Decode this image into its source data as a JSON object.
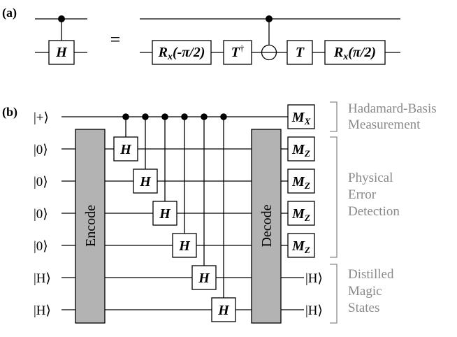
{
  "panel_a": {
    "label": "(a)",
    "lhs_gate": "H",
    "equals": "=",
    "rhs_gates": [
      "R",
      "T",
      "T",
      "R"
    ],
    "rx_left": {
      "base": "R",
      "sub": "x",
      "arg": "(-π/2)"
    },
    "tdagger": {
      "base": "T",
      "sup": "†"
    },
    "t_gate": "T",
    "rx_right": {
      "base": "R",
      "sub": "x",
      "arg": "(π/2)"
    }
  },
  "panel_b": {
    "label": "(b)",
    "inputs": [
      "|+⟩",
      "|0⟩",
      "|0⟩",
      "|0⟩",
      "|0⟩",
      "|H⟩",
      "|H⟩"
    ],
    "encode_label": "Encode",
    "decode_label": "Decode",
    "cz_gate": "H",
    "measurements": [
      {
        "base": "M",
        "sub": "X"
      },
      {
        "base": "M",
        "sub": "Z"
      },
      {
        "base": "M",
        "sub": "Z"
      },
      {
        "base": "M",
        "sub": "Z"
      },
      {
        "base": "M",
        "sub": "Z"
      }
    ],
    "outputs": [
      "|H⟩",
      "|H⟩"
    ],
    "groups": [
      {
        "lines": [
          "Hadamard-Basis",
          "Measurement"
        ]
      },
      {
        "lines": [
          "Physical",
          "Error",
          "Detection"
        ]
      },
      {
        "lines": [
          "Distilled",
          "Magic",
          "States"
        ]
      }
    ]
  }
}
